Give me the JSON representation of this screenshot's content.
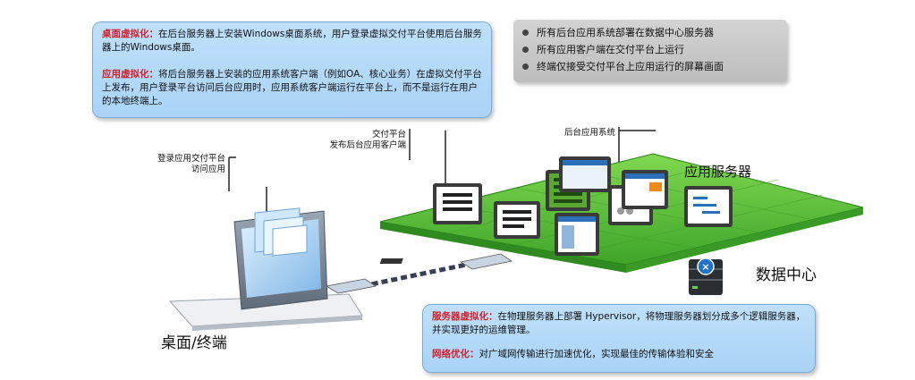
{
  "callout_virtualization": {
    "desktop_title": "桌面虚拟化：",
    "desktop_text": "在后台服务器上安装Windows桌面系统，用户登录虚拟交付平台使用后台服务器上的Windows桌面。",
    "app_title": "应用虚拟化：",
    "app_text": "将后台服务器上安装的应用系统客户端（例如OA、核心业务）在虚拟交付平台上发布，用户登录平台访问后台应用时，应用系统客户端运行在平台上，而不是运行在用户的本地终端上。"
  },
  "summary_box": {
    "bullets": [
      "所有后台应用系统部署在数据中心服务器",
      "所有应用客户端在交付平台上运行",
      "终端仅接受交付平台上应用运行的屏幕画面"
    ]
  },
  "labels": {
    "terminal_login_1": "登录应用交付平台",
    "terminal_login_2": "访问应用",
    "platform_1": "交付平台",
    "platform_2": "发布后台应用客户端",
    "backend_apps": "后台应用系统",
    "app_server": "应用服务器",
    "data_center": "数据中心",
    "desktop_terminal": "桌面/终端"
  },
  "callout_server": {
    "server_title": "服务器虚拟化：",
    "server_text": "在物理服务器上部署 Hypervisor，将物理服务器划分成多个逻辑服务器，并实现更好的运维管理。",
    "network_title": "网络优化：",
    "network_text": "对广域网传输进行加速优化，实现最佳的传输体验和安全"
  },
  "colors": {
    "callout_blue": "#b6dafa",
    "title_red": "#d0202a",
    "platform_green": "#5bbf3a",
    "summary_gray": "#c8c8c8"
  }
}
